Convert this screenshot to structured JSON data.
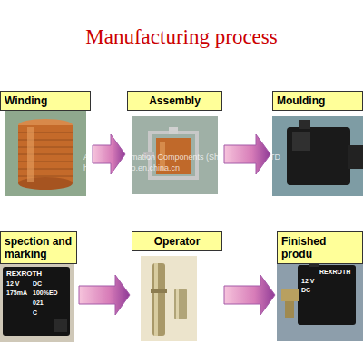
{
  "diagram": {
    "title": "Manufacturing process",
    "nodes": [
      {
        "text": [
          "Winding"
        ]
      },
      {
        "text": [
          "Assembly"
        ]
      },
      {
        "text": [
          "Moulding"
        ]
      },
      {
        "text": [
          "spection and marking"
        ]
      },
      {
        "text": [
          "Operator"
        ]
      },
      {
        "text": [
          "Finished produ"
        ]
      }
    ],
    "edges": [
      {
        "from": 0,
        "to": 1,
        "arrow": "to"
      },
      {
        "from": 1,
        "to": 2,
        "arrow": "to"
      },
      {
        "from": 3,
        "to": 4,
        "arrow": "to"
      },
      {
        "from": 4,
        "to": 5,
        "arrow": "to"
      }
    ],
    "labels": [
      "Amisico Automation Components (Shanghai) Co., LTD",
      "https://amisico.en.china.cn",
      "REXROTH",
      "12 V",
      "DC",
      "175mA",
      "100%ED",
      "021",
      "C",
      "REXROTH",
      "12 V",
      "DC"
    ]
  }
}
